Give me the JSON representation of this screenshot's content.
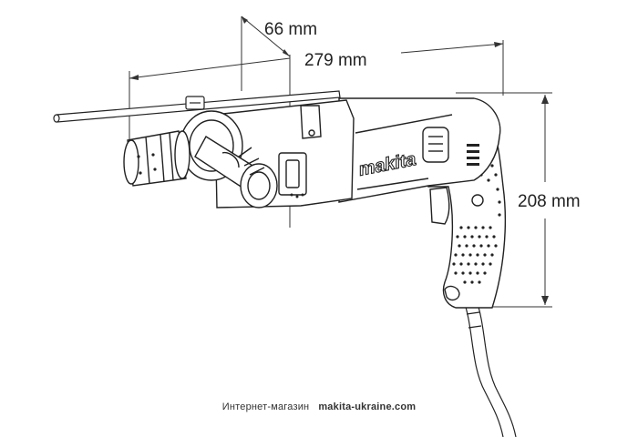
{
  "dimensions": {
    "chuck_offset": "66 mm",
    "length": "279 mm",
    "height": "208 mm"
  },
  "brand": "makita",
  "footer": {
    "shop_label": "Интернет-магазин",
    "site": "makita-ukraine.com"
  }
}
